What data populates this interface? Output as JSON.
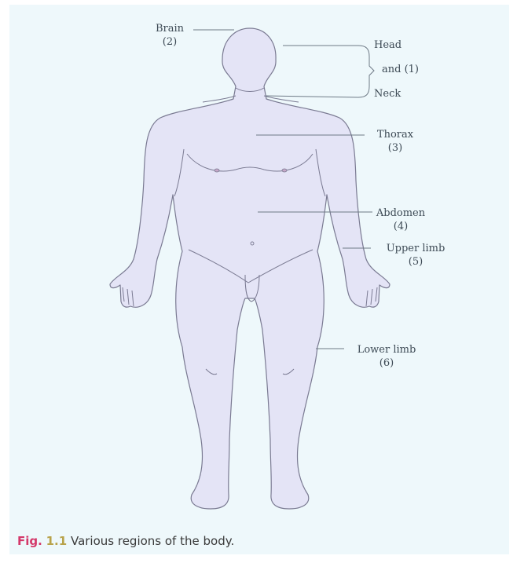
{
  "labels": {
    "brain": "Brain",
    "brain_num": "(2)",
    "head": "Head",
    "head_neck_num": "and (1)",
    "neck": "Neck",
    "thorax": "Thorax",
    "thorax_num": "(3)",
    "abdomen": "Abdomen",
    "abdomen_num": "(4)",
    "upper_limb": "Upper limb",
    "upper_limb_num": "(5)",
    "lower_limb": "Lower limb",
    "lower_limb_num": "(6)"
  },
  "caption": {
    "fig_word": "Fig.",
    "fig_number": "1.1",
    "text": "Various regions of the body."
  },
  "colors": {
    "background": "#eef8fb",
    "body_fill": "#e4e4f6",
    "body_outline": "#7a7a92",
    "leader_line": "#6e7a86",
    "fig_label": "#d4386a",
    "fig_number": "#b8a24a"
  }
}
